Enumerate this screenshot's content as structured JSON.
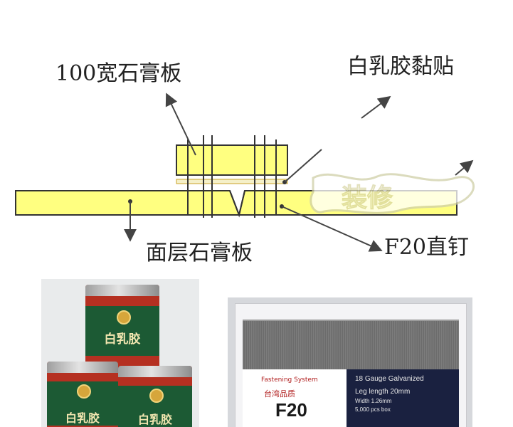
{
  "diagram": {
    "labels": {
      "narrow_board": "100宽石膏板",
      "white_glue": "白乳胶黏贴",
      "face_board": "面层石膏板",
      "nail": "F20直钉"
    },
    "colors": {
      "board_fill": "#ffff80",
      "board_stroke": "#333333",
      "glue_line": "#c9a227",
      "nail_line": "#333333",
      "arrow_color": "#444444",
      "watermark": "#e8e8c4"
    },
    "watermark_text": "装修"
  },
  "glue_photo": {
    "can_label": "白乳胶",
    "colors": {
      "can_red": "#b53021",
      "can_green": "#1c5a34",
      "can_text": "#f2e6b0"
    }
  },
  "nail_photo": {
    "brand_line": "Fastening System",
    "origin": "台湾品质",
    "model": "F20",
    "specs": [
      "18 Gauge Galvanized",
      "Leg length 20mm",
      "Width 1.26mm",
      "5,000 pcs box"
    ],
    "colors": {
      "box_dark": "#1a2140",
      "brand_red": "#b01d1d"
    }
  }
}
